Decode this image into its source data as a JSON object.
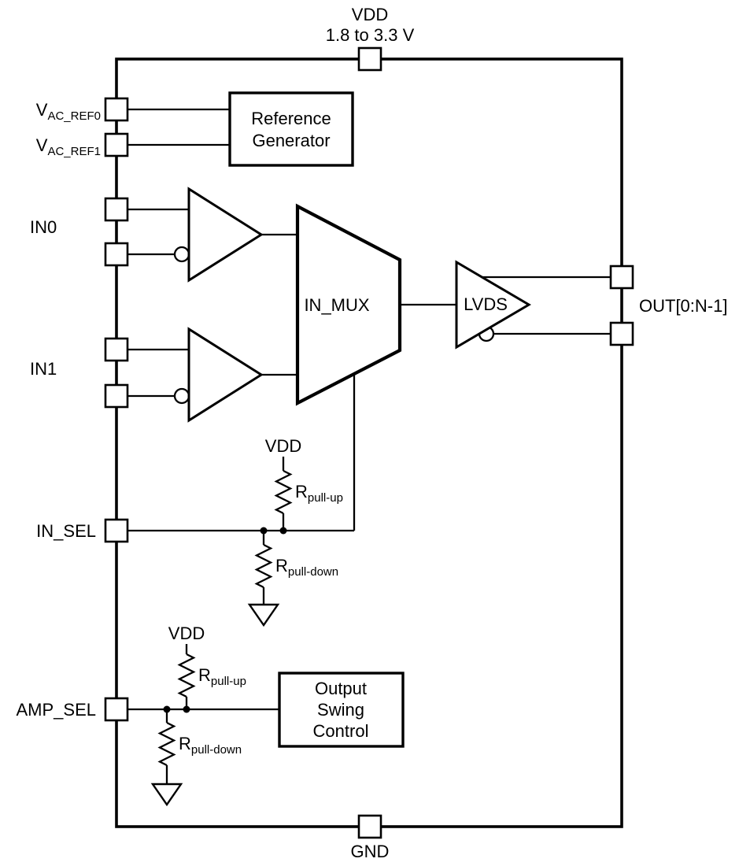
{
  "power": {
    "vdd": "VDD",
    "vdd_range": "1.8 to 3.3 V",
    "gnd": "GND"
  },
  "pins": {
    "vac_ref0_main": "V",
    "vac_ref0_sub": "AC_REF0",
    "vac_ref1_main": "V",
    "vac_ref1_sub": "AC_REF1",
    "in0": "IN0",
    "in1": "IN1",
    "in_sel": "IN_SEL",
    "amp_sel": "AMP_SEL",
    "out": "OUT[0:N-1]"
  },
  "blocks": {
    "reference_generator_line1": "Reference",
    "reference_generator_line2": "Generator",
    "in_mux": "IN_MUX",
    "lvds": "LVDS",
    "output_swing_line1": "Output",
    "output_swing_line2": "Swing",
    "output_swing_line3": "Control"
  },
  "resistors": {
    "vdd": "VDD",
    "r_main": "R",
    "pullup_sub": "pull-up",
    "pulldown_sub": "pull-down"
  }
}
